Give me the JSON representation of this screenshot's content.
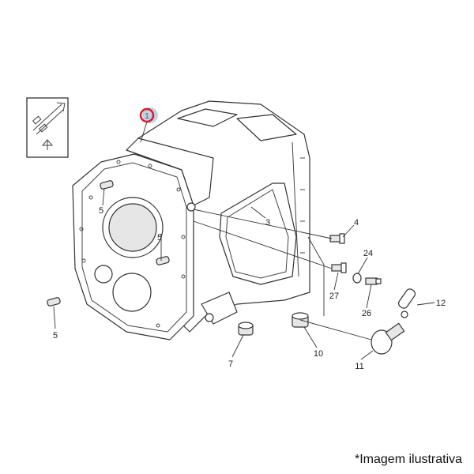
{
  "diagram": {
    "callouts": [
      {
        "id": "callout-1",
        "text": "1",
        "highlighted": true
      },
      {
        "id": "callout-5a",
        "text": "5"
      },
      {
        "id": "callout-5b",
        "text": "5"
      },
      {
        "id": "callout-5c",
        "text": "5"
      },
      {
        "id": "callout-3",
        "text": "3"
      },
      {
        "id": "callout-4",
        "text": "4"
      },
      {
        "id": "callout-24",
        "text": "24"
      },
      {
        "id": "callout-27",
        "text": "27"
      },
      {
        "id": "callout-26",
        "text": "26"
      },
      {
        "id": "callout-12",
        "text": "12"
      },
      {
        "id": "callout-11",
        "text": "11"
      },
      {
        "id": "callout-10",
        "text": "10"
      },
      {
        "id": "callout-7",
        "text": "7"
      }
    ],
    "highlight_color": "#d0202a",
    "highlight_fill": "#b8c4dc"
  },
  "caption": "*Imagem ilustrativa"
}
